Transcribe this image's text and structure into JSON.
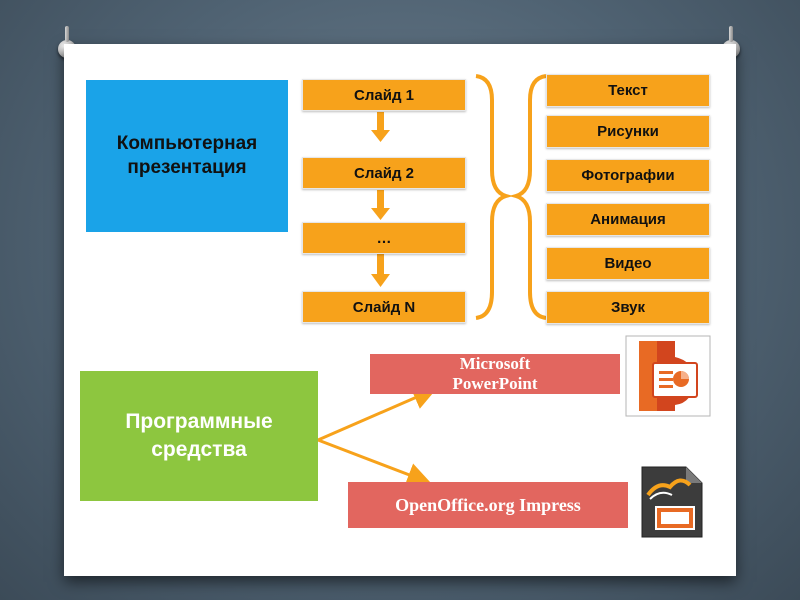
{
  "presentation": {
    "label": "Компьютерная\nпрезентация",
    "color": "#1aa3e8"
  },
  "slides": [
    "Слайд 1",
    "Слайд 2",
    "…",
    "Слайд N"
  ],
  "contents": [
    "Текст",
    "Рисунки",
    "Фотографии",
    "Анимация",
    "Видео",
    "Звук"
  ],
  "software": {
    "label": "Программные\nсредства",
    "color": "#8dc63f",
    "items": [
      {
        "label": "Microsoft\nPowerPoint",
        "icon": "powerpoint-icon"
      },
      {
        "label": "OpenOffice.org Impress",
        "icon": "impress-icon"
      }
    ]
  },
  "colors": {
    "slide": "#f7a21b",
    "program": "#e2665f",
    "background": "#4f6272"
  }
}
